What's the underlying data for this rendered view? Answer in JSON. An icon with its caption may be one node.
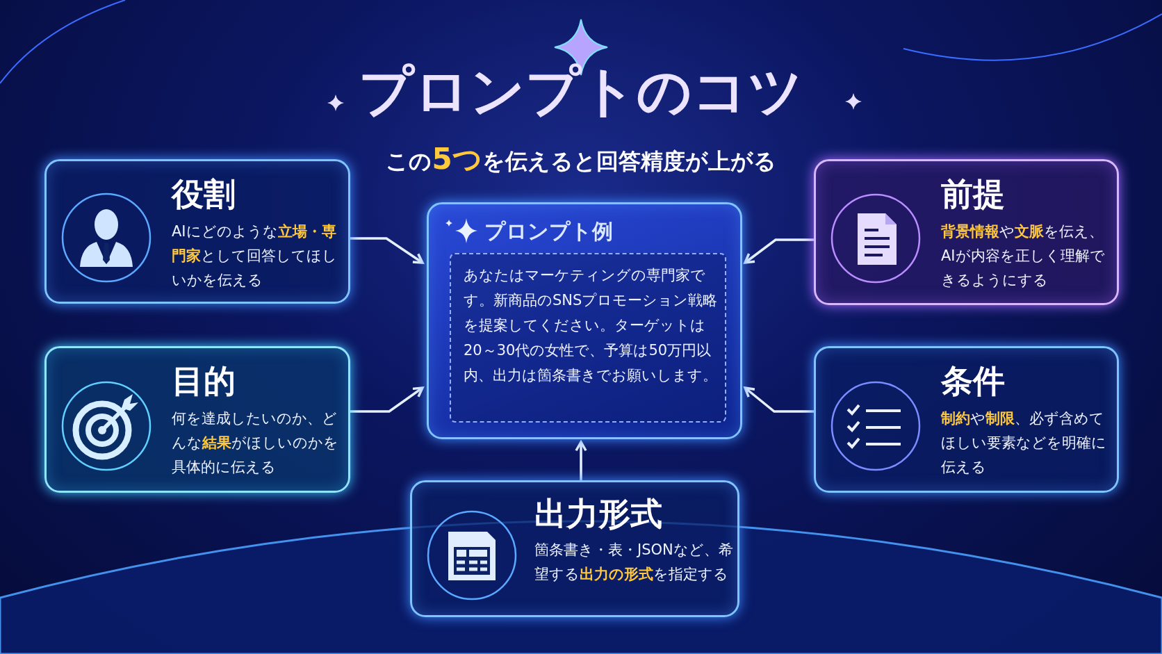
{
  "diagram": {
    "title": "プロンプトのコツ",
    "caption": "この**5つ**を伝えると回答精度が上がる",
    "nodes": [
      {
        "text": [
          "役割",
          "AIにどのような**立場・専門家**として回答してほしいかを伝える"
        ]
      },
      {
        "text": [
          "プロンプト例",
          "あなたはマーケティングの専門家です。新商品のSNSプロモーション戦略を提案してください。ターゲットは20～30代の女性で、予算は50万円以内、出力は箇条書きでお願いします。"
        ]
      },
      {
        "text": [
          "前提",
          "**背景情報**や**文脈**を伝え、AIが内容を正しく理解できるようにする"
        ]
      },
      {
        "text": [
          "目的",
          "何を達成したいのか、どんな**結果**がほしいのかを具体的に伝える"
        ]
      },
      {
        "text": [
          "条件",
          "**制約**や**制限**、必ず含めてほしい要素などを明確に伝える"
        ]
      },
      {
        "text": [
          "出力形式",
          "箇条書き・表・JSONなど、希望する**出力の形式**を指定する"
        ]
      }
    ],
    "edges": [
      {
        "from": 0,
        "to": 1,
        "arrow": "to"
      },
      {
        "from": 2,
        "to": 1,
        "arrow": "to"
      },
      {
        "from": 3,
        "to": 1,
        "arrow": "to"
      },
      {
        "from": 4,
        "to": 1,
        "arrow": "to"
      },
      {
        "from": 5,
        "to": 1,
        "arrow": "to"
      }
    ]
  }
}
